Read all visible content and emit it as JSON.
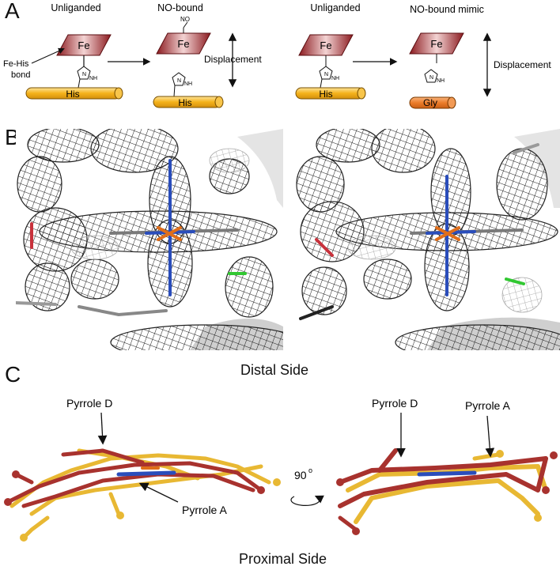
{
  "panels": {
    "a": "A",
    "b": "B",
    "c": "C"
  },
  "panel_a": {
    "left": {
      "unliganded": "Unliganded",
      "no_bound": "NO-bound",
      "fe1": "Fe",
      "fe2": "Fe",
      "no": "NO",
      "his1": "His",
      "his2": "His",
      "bond_label_1": "Fe-His",
      "bond_label_2": "bond",
      "displacement": "Displacement",
      "nh1": "NH",
      "nh2": "NH",
      "n1": "N",
      "n2": "N"
    },
    "right": {
      "unliganded": "Unliganded",
      "no_bound_mimic": "NO-bound mimic",
      "fe1": "Fe",
      "fe2": "Fe",
      "his": "His",
      "gly": "Gly",
      "displacement": "Displacement",
      "nh1": "NH",
      "nh2": "NH",
      "n1": "N",
      "n2": "N"
    }
  },
  "panel_c": {
    "distal": "Distal Side",
    "proximal": "Proximal Side",
    "pyrrole_d_left": "Pyrrole D",
    "pyrrole_a_left": "Pyrrole A",
    "pyrrole_d_right": "Pyrrole D",
    "pyrrole_a_right": "Pyrrole A",
    "rotation": "90",
    "rotation_sup": "o"
  },
  "colors": {
    "fe_dark": "#8b1a1f",
    "fe_light": "#f3d3d3",
    "his_fill": "#f5b21a",
    "gly_fill": "#ec7d2a",
    "heme_red": "#a8322e",
    "heme_yellow": "#e8b833",
    "nitrogen_blue": "#2a4dbb",
    "mesh": "#1a1a1a"
  }
}
